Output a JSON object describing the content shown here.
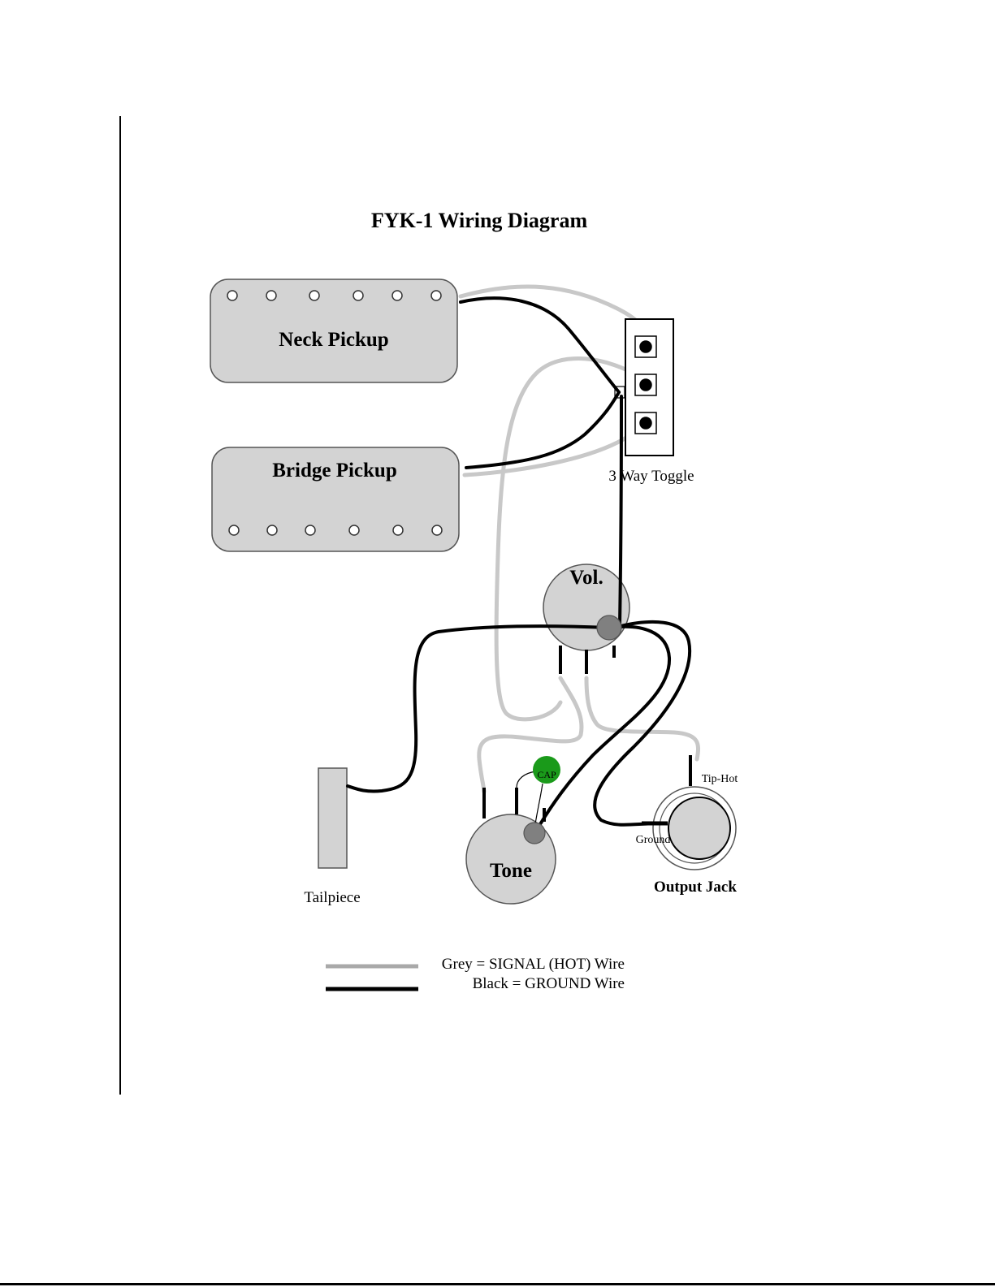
{
  "title": "FYK-1 Wiring Diagram",
  "components": {
    "neck_pickup": "Neck Pickup",
    "bridge_pickup": "Bridge Pickup",
    "toggle": "3 Way Toggle",
    "volume": "Vol.",
    "tone": "Tone",
    "cap": "CAP",
    "tailpiece": "Tailpiece",
    "output_jack": "Output Jack",
    "tip_hot": "Tip-Hot",
    "ground": "Ground"
  },
  "legend": {
    "grey": "Grey = SIGNAL (HOT) Wire",
    "black": "Black = GROUND Wire"
  },
  "colors": {
    "signal_wire": "#c8c8c8",
    "ground_wire": "#000000",
    "component_fill": "#d3d3d3",
    "cap_fill": "#1a9a1a",
    "lug_fill": "#808080"
  }
}
